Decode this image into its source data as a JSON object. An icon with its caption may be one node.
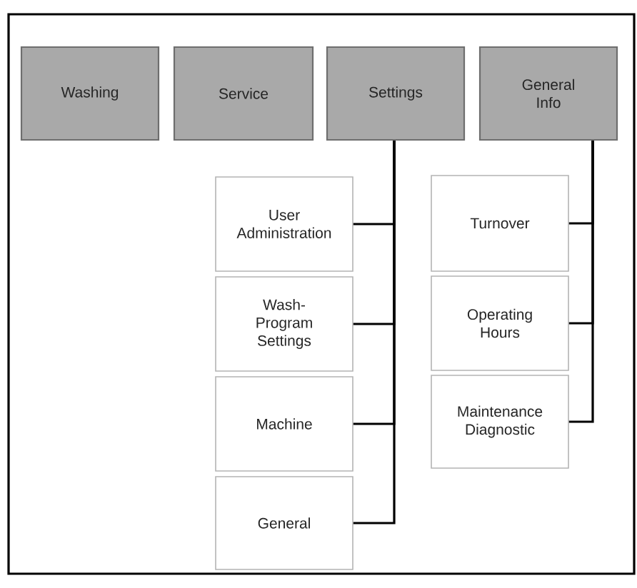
{
  "diagram": {
    "nodes": [
      {
        "text": [
          "Washing"
        ]
      },
      {
        "text": [
          "Service"
        ]
      },
      {
        "text": [
          "Settings"
        ]
      },
      {
        "text": [
          "General Info"
        ]
      },
      {
        "text": [
          "User Administration"
        ]
      },
      {
        "text": [
          "Wash-Program Settings"
        ]
      },
      {
        "text": [
          "Machine"
        ]
      },
      {
        "text": [
          "General"
        ]
      },
      {
        "text": [
          "Turnover"
        ]
      },
      {
        "text": [
          "Operating Hours"
        ]
      },
      {
        "text": [
          "Maintenance Diagnostic"
        ]
      }
    ],
    "edges": [
      {
        "from": 2,
        "to": 4,
        "arrow": "none"
      },
      {
        "from": 2,
        "to": 5,
        "arrow": "none"
      },
      {
        "from": 2,
        "to": 6,
        "arrow": "none"
      },
      {
        "from": 2,
        "to": 7,
        "arrow": "none"
      },
      {
        "from": 3,
        "to": 8,
        "arrow": "none"
      },
      {
        "from": 3,
        "to": 9,
        "arrow": "none"
      },
      {
        "from": 3,
        "to": 10,
        "arrow": "none"
      }
    ]
  }
}
